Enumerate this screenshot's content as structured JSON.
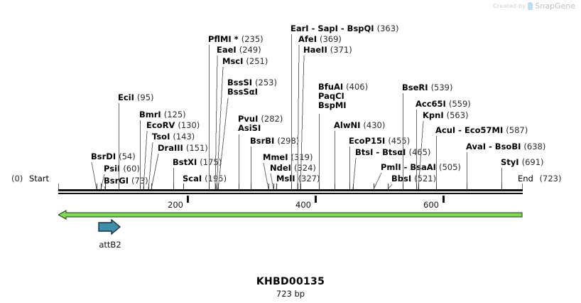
{
  "watermark": {
    "made_by": "Created by",
    "product": "SnapGene",
    "logo_icon": "snapgene-logo-icon"
  },
  "construct": {
    "name": "KHBD00135",
    "length_label": "723 bp",
    "length_bp": 723
  },
  "terminals": {
    "start": {
      "label": "Start",
      "pos": "(0)"
    },
    "end": {
      "label": "End",
      "pos": "(723)"
    }
  },
  "ruler": {
    "ticks": [
      "200",
      "400",
      "600"
    ],
    "tick_values": [
      200,
      400,
      600
    ]
  },
  "strand": {
    "direction": "left",
    "color": "#7ed957"
  },
  "features": [
    {
      "name": "attB2",
      "color": "#3f8fa8",
      "direction": "right"
    }
  ],
  "sites": [
    {
      "label": "BsrDI",
      "pos": "(54)",
      "sub": ""
    },
    {
      "label": "PsiI",
      "pos": "(60)",
      "sub": ""
    },
    {
      "label": "BsrGI",
      "pos": "(73)",
      "sub": ""
    },
    {
      "label": "EciI",
      "pos": "(95)",
      "sub": ""
    },
    {
      "label": "BmrI",
      "pos": "(125)",
      "sub": ""
    },
    {
      "label": "EcoRV",
      "pos": "(130)",
      "sub": ""
    },
    {
      "label": "TsoI",
      "pos": "(143)",
      "sub": ""
    },
    {
      "label": "DraIII",
      "pos": "(151)",
      "sub": ""
    },
    {
      "label": "BstXI",
      "pos": "(175)",
      "sub": ""
    },
    {
      "label": "ScaI",
      "pos": "(195)",
      "sub": ""
    },
    {
      "label": "PflMI *",
      "pos": "(235)",
      "sub": ""
    },
    {
      "label": "EaeI",
      "pos": "(249)",
      "sub": ""
    },
    {
      "label": "MscI",
      "pos": "(251)",
      "sub": ""
    },
    {
      "label": "BssSI",
      "pos": "(253)",
      "sub": "BssSαI"
    },
    {
      "label": "PvuI",
      "pos": "(282)",
      "sub": "AsiSI"
    },
    {
      "label": "BsrBI",
      "pos": "(298)",
      "sub": ""
    },
    {
      "label": "MmeI",
      "pos": "(319)",
      "sub": ""
    },
    {
      "label": "NdeI",
      "pos": "(324)",
      "sub": ""
    },
    {
      "label": "MslI",
      "pos": "(327)",
      "sub": ""
    },
    {
      "label": "EarI - SapI - BspQI",
      "pos": "(363)",
      "sub": ""
    },
    {
      "label": "AfeI",
      "pos": "(369)",
      "sub": ""
    },
    {
      "label": "HaeII",
      "pos": "(371)",
      "sub": ""
    },
    {
      "label": "BfuAI",
      "pos": "(406)",
      "sub": "PaqCI",
      "sub2": "BspMI"
    },
    {
      "label": "AlwNI",
      "pos": "(430)",
      "sub": ""
    },
    {
      "label": "EcoP15I",
      "pos": "(455)",
      "sub": ""
    },
    {
      "label": "BtsI - BtsαI",
      "pos": "(465)",
      "sub": ""
    },
    {
      "label": "PmlI - BsaAI",
      "pos": "(505)",
      "sub": ""
    },
    {
      "label": "BbsI",
      "pos": "(521)",
      "sub": ""
    },
    {
      "label": "BseRI",
      "pos": "(539)",
      "sub": ""
    },
    {
      "label": "Acc65I",
      "pos": "(559)",
      "sub": ""
    },
    {
      "label": "KpnI",
      "pos": "(563)",
      "sub": ""
    },
    {
      "label": "AcuI - Eco57MI",
      "pos": "(587)",
      "sub": ""
    },
    {
      "label": "AvaI - BsoBI",
      "pos": "(638)",
      "sub": ""
    },
    {
      "label": "StyI",
      "pos": "(691)",
      "sub": ""
    }
  ]
}
